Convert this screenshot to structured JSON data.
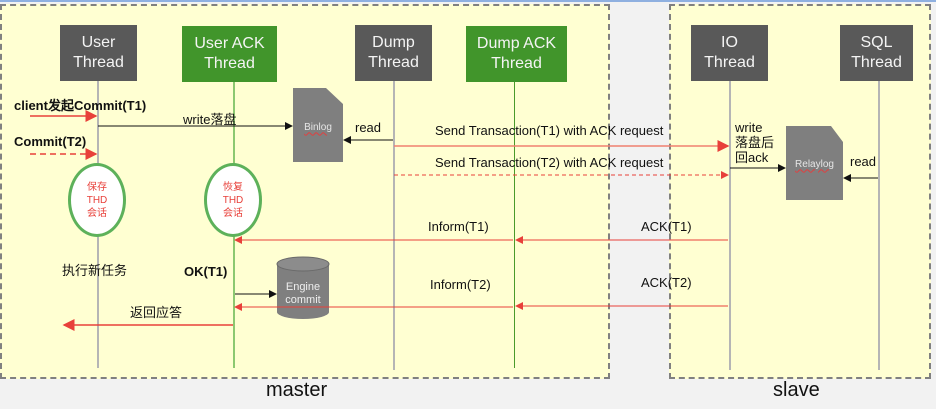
{
  "regions": {
    "master_label": "master",
    "slave_label": "slave"
  },
  "threads": {
    "user": "User\nThread",
    "user_ack": "User ACK\nThread",
    "dump": "Dump\nThread",
    "dump_ack": "Dump ACK\nThread",
    "io": "IO\nThread",
    "sql": "SQL\nThread"
  },
  "storage": {
    "binlog": "Binlog",
    "relaylog": "Relaylog",
    "engine_commit": "Engine\ncommit"
  },
  "ovals": {
    "save_thd": "保存\nTHD\n会话",
    "restore_thd": "恢复\nTHD\n会话"
  },
  "messages": {
    "client_commit_t1": "client发起Commit(T1)",
    "commit_t2": "Commit(T2)",
    "write_flush": "write落盘",
    "read_binlog": "read",
    "send_t1": "Send Transaction(T1)  with ACK request",
    "send_t2": "Send Transaction(T2)  with ACK request",
    "write_relay": "write\n落盘后\n回ack",
    "read_relay": "read",
    "inform_t1": "Inform(T1)",
    "ack_t1": "ACK(T1)",
    "exec_new_task": "执行新任务",
    "ok_t1": "OK(T1)",
    "inform_t2": "Inform(T2)",
    "ack_t2": "ACK(T2)",
    "return_reply": "返回应答"
  },
  "colors": {
    "region_fill": "#ffffd2",
    "thread_dark": "#595959",
    "thread_green": "#41952b",
    "arrow_red": "#e8403a",
    "arrow_black": "#111111",
    "oval_border": "#5db15a"
  }
}
